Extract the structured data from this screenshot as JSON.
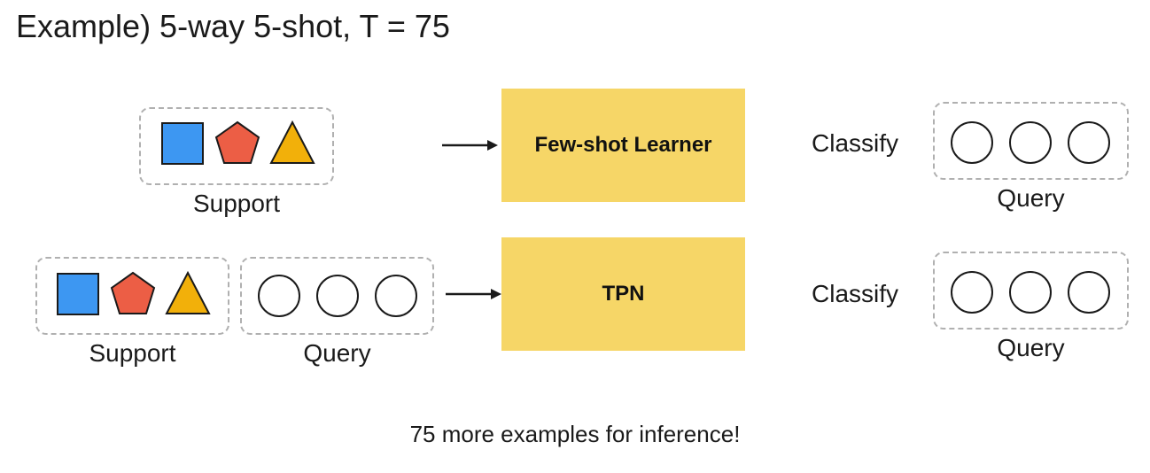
{
  "title": "Example) 5-way 5-shot, T = 75",
  "row1": {
    "support_label": "Support",
    "learner_label": "Few-shot Learner",
    "classify_label": "Classify",
    "query_label": "Query"
  },
  "row2": {
    "support_label": "Support",
    "input_query_label": "Query",
    "learner_label": "TPN",
    "classify_label": "Classify",
    "query_label": "Query"
  },
  "note": "75 more examples for inference!",
  "colors": {
    "square": "#3d97f2",
    "pentagon": "#ec5e45",
    "triangle": "#f2b00a",
    "learner": "#f6d667"
  },
  "shape_icons": [
    "square-icon",
    "pentagon-icon",
    "triangle-icon",
    "circle-icon"
  ]
}
